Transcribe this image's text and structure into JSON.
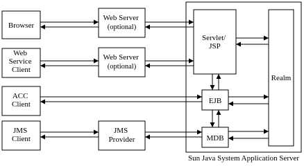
{
  "nodes": {
    "browser": {
      "lines": [
        "Browser"
      ]
    },
    "web_service_client": {
      "lines": [
        "Web",
        "Service",
        "Client"
      ]
    },
    "acc_client": {
      "lines": [
        "ACC",
        "Client"
      ]
    },
    "jms_client": {
      "lines": [
        "JMS",
        "Client"
      ]
    },
    "web_server_1": {
      "lines": [
        "Web Server",
        "(optional)"
      ]
    },
    "web_server_2": {
      "lines": [
        "Web Server",
        "(optional)"
      ]
    },
    "jms_provider": {
      "lines": [
        "JMS",
        "Provider"
      ]
    },
    "servlet_jsp": {
      "lines": [
        "Servlet/",
        "JSP"
      ]
    },
    "ejb": {
      "lines": [
        "EJB"
      ]
    },
    "mdb": {
      "lines": [
        "MDB"
      ]
    },
    "realm": {
      "lines": [
        "Realm"
      ]
    }
  },
  "container": {
    "caption": "Sun Java System Application Server"
  }
}
